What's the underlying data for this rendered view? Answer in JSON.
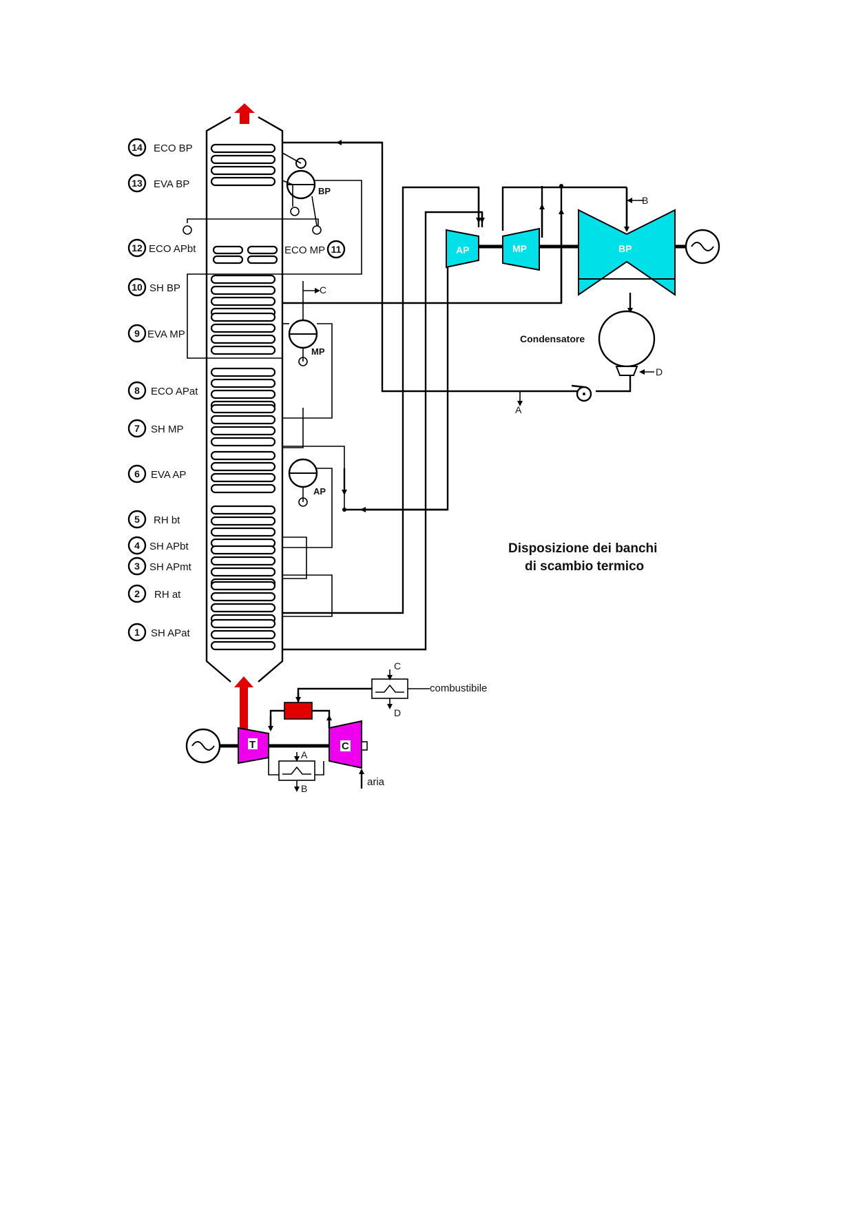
{
  "title": {
    "line1": "Disposizione dei banchi",
    "line2": "di scambio termico"
  },
  "banks": [
    {
      "num": "14",
      "label": "ECO BP"
    },
    {
      "num": "13",
      "label": "EVA BP"
    },
    {
      "num": "12",
      "label": "ECO APbt"
    },
    {
      "num": "11",
      "label": "ECO MP"
    },
    {
      "num": "10",
      "label": "SH BP"
    },
    {
      "num": "9",
      "label": "EVA MP"
    },
    {
      "num": "8",
      "label": "ECO APat"
    },
    {
      "num": "7",
      "label": "SH MP"
    },
    {
      "num": "6",
      "label": "EVA AP"
    },
    {
      "num": "5",
      "label": "RH bt"
    },
    {
      "num": "4",
      "label": "SH APbt"
    },
    {
      "num": "3",
      "label": "SH APmt"
    },
    {
      "num": "2",
      "label": "RH at"
    },
    {
      "num": "1",
      "label": "SH APat"
    }
  ],
  "drums": {
    "bp": "BP",
    "mp": "MP",
    "ap": "AP"
  },
  "turbines": {
    "ap": "AP",
    "mp": "MP",
    "bp": "BP"
  },
  "gas_turbine": {
    "turbine": "T",
    "compressor": "C"
  },
  "condenser": "Condensatore",
  "letters": {
    "a": "A",
    "b": "B",
    "c": "C",
    "d": "D"
  },
  "fuel": "combustibile",
  "air": "aria",
  "colors": {
    "steam_turbine": "#00e0e8",
    "gas_turbine": "#ee00ee",
    "combustor": "#e00000",
    "gas_flow": "#e00000",
    "line": "#000000"
  }
}
